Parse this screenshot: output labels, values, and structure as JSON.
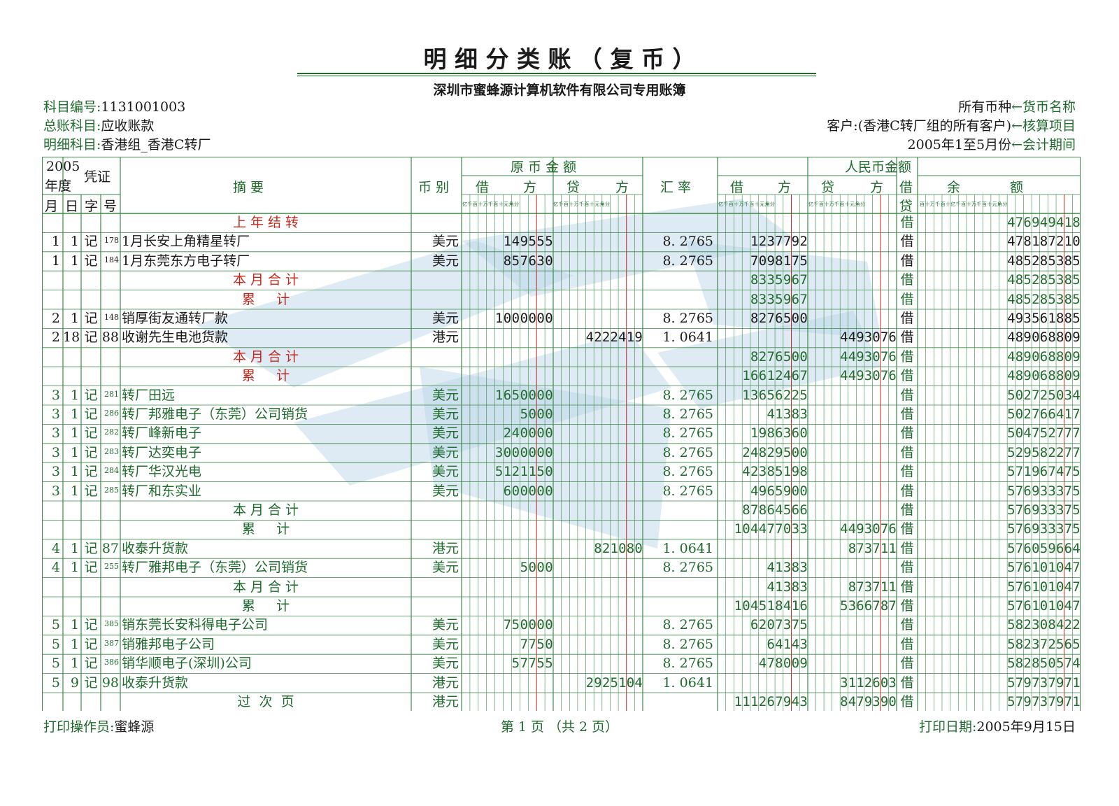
{
  "title": "明 细 分 类 账 （ 复 币 ）",
  "subtitle": "深圳市蜜蜂源计算机软件有限公司专用账簿",
  "header_left": [
    {
      "label": "科目编号:",
      "value": "1131001003"
    },
    {
      "label": "总账科目:",
      "value": "应收账款"
    },
    {
      "label": "明细科目:",
      "value": "香港组_香港C转厂"
    }
  ],
  "header_right": [
    {
      "value": "所有币种",
      "note": "←货币名称"
    },
    {
      "label": "客户:",
      "value": "(香港C转厂组的所有客户)",
      "note": "←核算项目"
    },
    {
      "value": "2005年1至5月份",
      "note": "←会计期间"
    }
  ],
  "columns": {
    "year": "2005",
    "year_label": "年度",
    "voucher": "凭证",
    "month": "月",
    "day": "日",
    "zi": "字",
    "hao": "号",
    "summary": "摘  要",
    "currency": "币 别",
    "orig_amount": "原 币 金 额",
    "debit": "借",
    "debit2": "方",
    "credit": "贷",
    "credit2": "方",
    "rate": "汇 率",
    "rmb_amount": "人民币金额",
    "dir": "借",
    "dir2": "贷",
    "balance": "余",
    "balance2": "额",
    "digits_orig": "亿千百十万千百十元角分",
    "digits_bal": "百十万千百十亿千百十万千百十元角分"
  },
  "rows": [
    {
      "m": "",
      "d": "",
      "z": "",
      "n": "",
      "summary": "上 年 结 转",
      "summary_style": "total-red",
      "currency": "",
      "od": "",
      "oc": "",
      "rate": "",
      "rd": "",
      "rc": "",
      "dir": "借",
      "bal": "476949418"
    },
    {
      "m": "1",
      "d": "1",
      "z": "记",
      "n": "178",
      "n_small": true,
      "summary": "1月长安上角精星转厂",
      "summary_style": "dark",
      "currency": "美元",
      "od": "149555",
      "oc": "",
      "rate": "8. 2765",
      "rd": "1237792",
      "rc": "",
      "dir": "借",
      "bal": "478187210"
    },
    {
      "m": "1",
      "d": "1",
      "z": "记",
      "n": "184",
      "n_small": true,
      "summary": "1月东莞东方电子转厂",
      "summary_style": "dark",
      "currency": "美元",
      "od": "857630",
      "oc": "",
      "rate": "8. 2765",
      "rd": "7098175",
      "rc": "",
      "dir": "借",
      "bal": "485285385"
    },
    {
      "m": "",
      "d": "",
      "z": "",
      "n": "",
      "summary": "本 月 合 计",
      "summary_style": "total-red",
      "currency": "",
      "od": "",
      "oc": "",
      "rate": "",
      "rd": "8335967",
      "rc": "",
      "dir": "借",
      "bal": "485285385"
    },
    {
      "m": "",
      "d": "",
      "z": "",
      "n": "",
      "summary": "累     计",
      "summary_style": "total-red",
      "currency": "",
      "od": "",
      "oc": "",
      "rate": "",
      "rd": "8335967",
      "rc": "",
      "dir": "借",
      "bal": "485285385"
    },
    {
      "m": "2",
      "d": "1",
      "z": "记",
      "n": "148",
      "n_small": true,
      "summary": "销厚街友通转厂款",
      "summary_style": "dark",
      "currency": "美元",
      "od": "1000000",
      "oc": "",
      "rate": "8. 2765",
      "rd": "8276500",
      "rc": "",
      "dir": "借",
      "bal": "493561885"
    },
    {
      "m": "2",
      "d": "18",
      "z": "记",
      "n": "88",
      "n_small": false,
      "summary": "收谢先生电池货款",
      "summary_style": "dark",
      "currency": "港元",
      "od": "",
      "oc": "4222419",
      "rate": "1. 0641",
      "rd": "",
      "rc": "4493076",
      "dir": "借",
      "bal": "489068809"
    },
    {
      "m": "",
      "d": "",
      "z": "",
      "n": "",
      "summary": "本 月 合 计",
      "summary_style": "total-red",
      "currency": "",
      "od": "",
      "oc": "",
      "rate": "",
      "rd": "8276500",
      "rc": "4493076",
      "dir": "借",
      "bal": "489068809"
    },
    {
      "m": "",
      "d": "",
      "z": "",
      "n": "",
      "summary": "累     计",
      "summary_style": "total-red",
      "currency": "",
      "od": "",
      "oc": "",
      "rate": "",
      "rd": "16612467",
      "rc": "4493076",
      "dir": "借",
      "bal": "489068809"
    },
    {
      "m": "3",
      "d": "1",
      "z": "记",
      "n": "281",
      "n_small": true,
      "summary": "转厂田远",
      "summary_style": "green",
      "currency": "美元",
      "od": "1650000",
      "oc": "",
      "rate": "8. 2765",
      "rd": "13656225",
      "rc": "",
      "dir": "借",
      "bal": "502725034"
    },
    {
      "m": "3",
      "d": "1",
      "z": "记",
      "n": "286",
      "n_small": true,
      "summary": "转厂邦雅电子（东莞）公司销货",
      "summary_style": "green",
      "currency": "美元",
      "od": "5000",
      "oc": "",
      "rate": "8. 2765",
      "rd": "41383",
      "rc": "",
      "dir": "借",
      "bal": "502766417"
    },
    {
      "m": "3",
      "d": "1",
      "z": "记",
      "n": "282",
      "n_small": true,
      "summary": "转厂峰新电子",
      "summary_style": "green",
      "currency": "美元",
      "od": "240000",
      "oc": "",
      "rate": "8. 2765",
      "rd": "1986360",
      "rc": "",
      "dir": "借",
      "bal": "504752777"
    },
    {
      "m": "3",
      "d": "1",
      "z": "记",
      "n": "283",
      "n_small": true,
      "summary": "转厂达奕电子",
      "summary_style": "green",
      "currency": "美元",
      "od": "3000000",
      "oc": "",
      "rate": "8. 2765",
      "rd": "24829500",
      "rc": "",
      "dir": "借",
      "bal": "529582277"
    },
    {
      "m": "3",
      "d": "1",
      "z": "记",
      "n": "284",
      "n_small": true,
      "summary": "转厂华汉光电",
      "summary_style": "green",
      "currency": "美元",
      "od": "5121150",
      "oc": "",
      "rate": "8. 2765",
      "rd": "42385198",
      "rc": "",
      "dir": "借",
      "bal": "571967475"
    },
    {
      "m": "3",
      "d": "1",
      "z": "记",
      "n": "285",
      "n_small": true,
      "summary": "转厂和东实业",
      "summary_style": "green",
      "currency": "美元",
      "od": "600000",
      "oc": "",
      "rate": "8. 2765",
      "rd": "4965900",
      "rc": "",
      "dir": "借",
      "bal": "576933375"
    },
    {
      "m": "",
      "d": "",
      "z": "",
      "n": "",
      "summary": "本 月 合 计",
      "summary_style": "total-green",
      "currency": "",
      "od": "",
      "oc": "",
      "rate": "",
      "rd": "87864566",
      "rc": "",
      "dir": "借",
      "bal": "576933375"
    },
    {
      "m": "",
      "d": "",
      "z": "",
      "n": "",
      "summary": "累     计",
      "summary_style": "total-green",
      "currency": "",
      "od": "",
      "oc": "",
      "rate": "",
      "rd": "104477033",
      "rc": "4493076",
      "dir": "借",
      "bal": "576933375"
    },
    {
      "m": "4",
      "d": "1",
      "z": "记",
      "n": "87",
      "n_small": false,
      "summary": "收泰升货款",
      "summary_style": "green",
      "currency": "港元",
      "od": "",
      "oc": "821080",
      "rate": "1. 0641",
      "rd": "",
      "rc": "873711",
      "dir": "借",
      "bal": "576059664"
    },
    {
      "m": "4",
      "d": "1",
      "z": "记",
      "n": "255",
      "n_small": true,
      "summary": "转厂雅邦电子（东莞）公司销货",
      "summary_style": "green",
      "currency": "美元",
      "od": "5000",
      "oc": "",
      "rate": "8. 2765",
      "rd": "41383",
      "rc": "",
      "dir": "借",
      "bal": "576101047"
    },
    {
      "m": "",
      "d": "",
      "z": "",
      "n": "",
      "summary": "本 月 合 计",
      "summary_style": "total-green",
      "currency": "",
      "od": "",
      "oc": "",
      "rate": "",
      "rd": "41383",
      "rc": "873711",
      "dir": "借",
      "bal": "576101047"
    },
    {
      "m": "",
      "d": "",
      "z": "",
      "n": "",
      "summary": "累     计",
      "summary_style": "total-green",
      "currency": "",
      "od": "",
      "oc": "",
      "rate": "",
      "rd": "104518416",
      "rc": "5366787",
      "dir": "借",
      "bal": "576101047"
    },
    {
      "m": "5",
      "d": "1",
      "z": "记",
      "n": "385",
      "n_small": true,
      "summary": "销东莞长安科得电子公司",
      "summary_style": "green",
      "currency": "美元",
      "od": "750000",
      "oc": "",
      "rate": "8. 2765",
      "rd": "6207375",
      "rc": "",
      "dir": "借",
      "bal": "582308422"
    },
    {
      "m": "5",
      "d": "1",
      "z": "记",
      "n": "387",
      "n_small": true,
      "summary": "销雅邦电子公司",
      "summary_style": "green",
      "currency": "美元",
      "od": "7750",
      "oc": "",
      "rate": "8. 2765",
      "rd": "64143",
      "rc": "",
      "dir": "借",
      "bal": "582372565"
    },
    {
      "m": "5",
      "d": "1",
      "z": "记",
      "n": "386",
      "n_small": true,
      "summary": "销华顺电子(深圳)公司",
      "summary_style": "green",
      "currency": "美元",
      "od": "57755",
      "oc": "",
      "rate": "8. 2765",
      "rd": "478009",
      "rc": "",
      "dir": "借",
      "bal": "582850574"
    },
    {
      "m": "5",
      "d": "9",
      "z": "记",
      "n": "98",
      "n_small": false,
      "summary": "收泰升货款",
      "summary_style": "green",
      "currency": "港元",
      "od": "",
      "oc": "2925104",
      "rate": "1. 0641",
      "rd": "",
      "rc": "3112603",
      "dir": "借",
      "bal": "579737971"
    },
    {
      "m": "",
      "d": "",
      "z": "",
      "n": "",
      "summary": "过  次  页",
      "summary_style": "total-green",
      "currency": "港元",
      "od": "",
      "oc": "",
      "rate": "",
      "rd": "111267943",
      "rc": "8479390",
      "dir": "借",
      "bal": "579737971"
    }
  ],
  "footer": {
    "operator_label": "打印操作员:",
    "operator": "蜜蜂源",
    "page": "第 1 页 （共 2 页）",
    "print_date_label": "打印日期:",
    "print_date": "2005年9月15日"
  },
  "colors": {
    "ink_green": "#1e6b2c",
    "ink_red": "#c0281e",
    "grid_green": "#3a8a45",
    "watermark": "#b9d3e6"
  }
}
